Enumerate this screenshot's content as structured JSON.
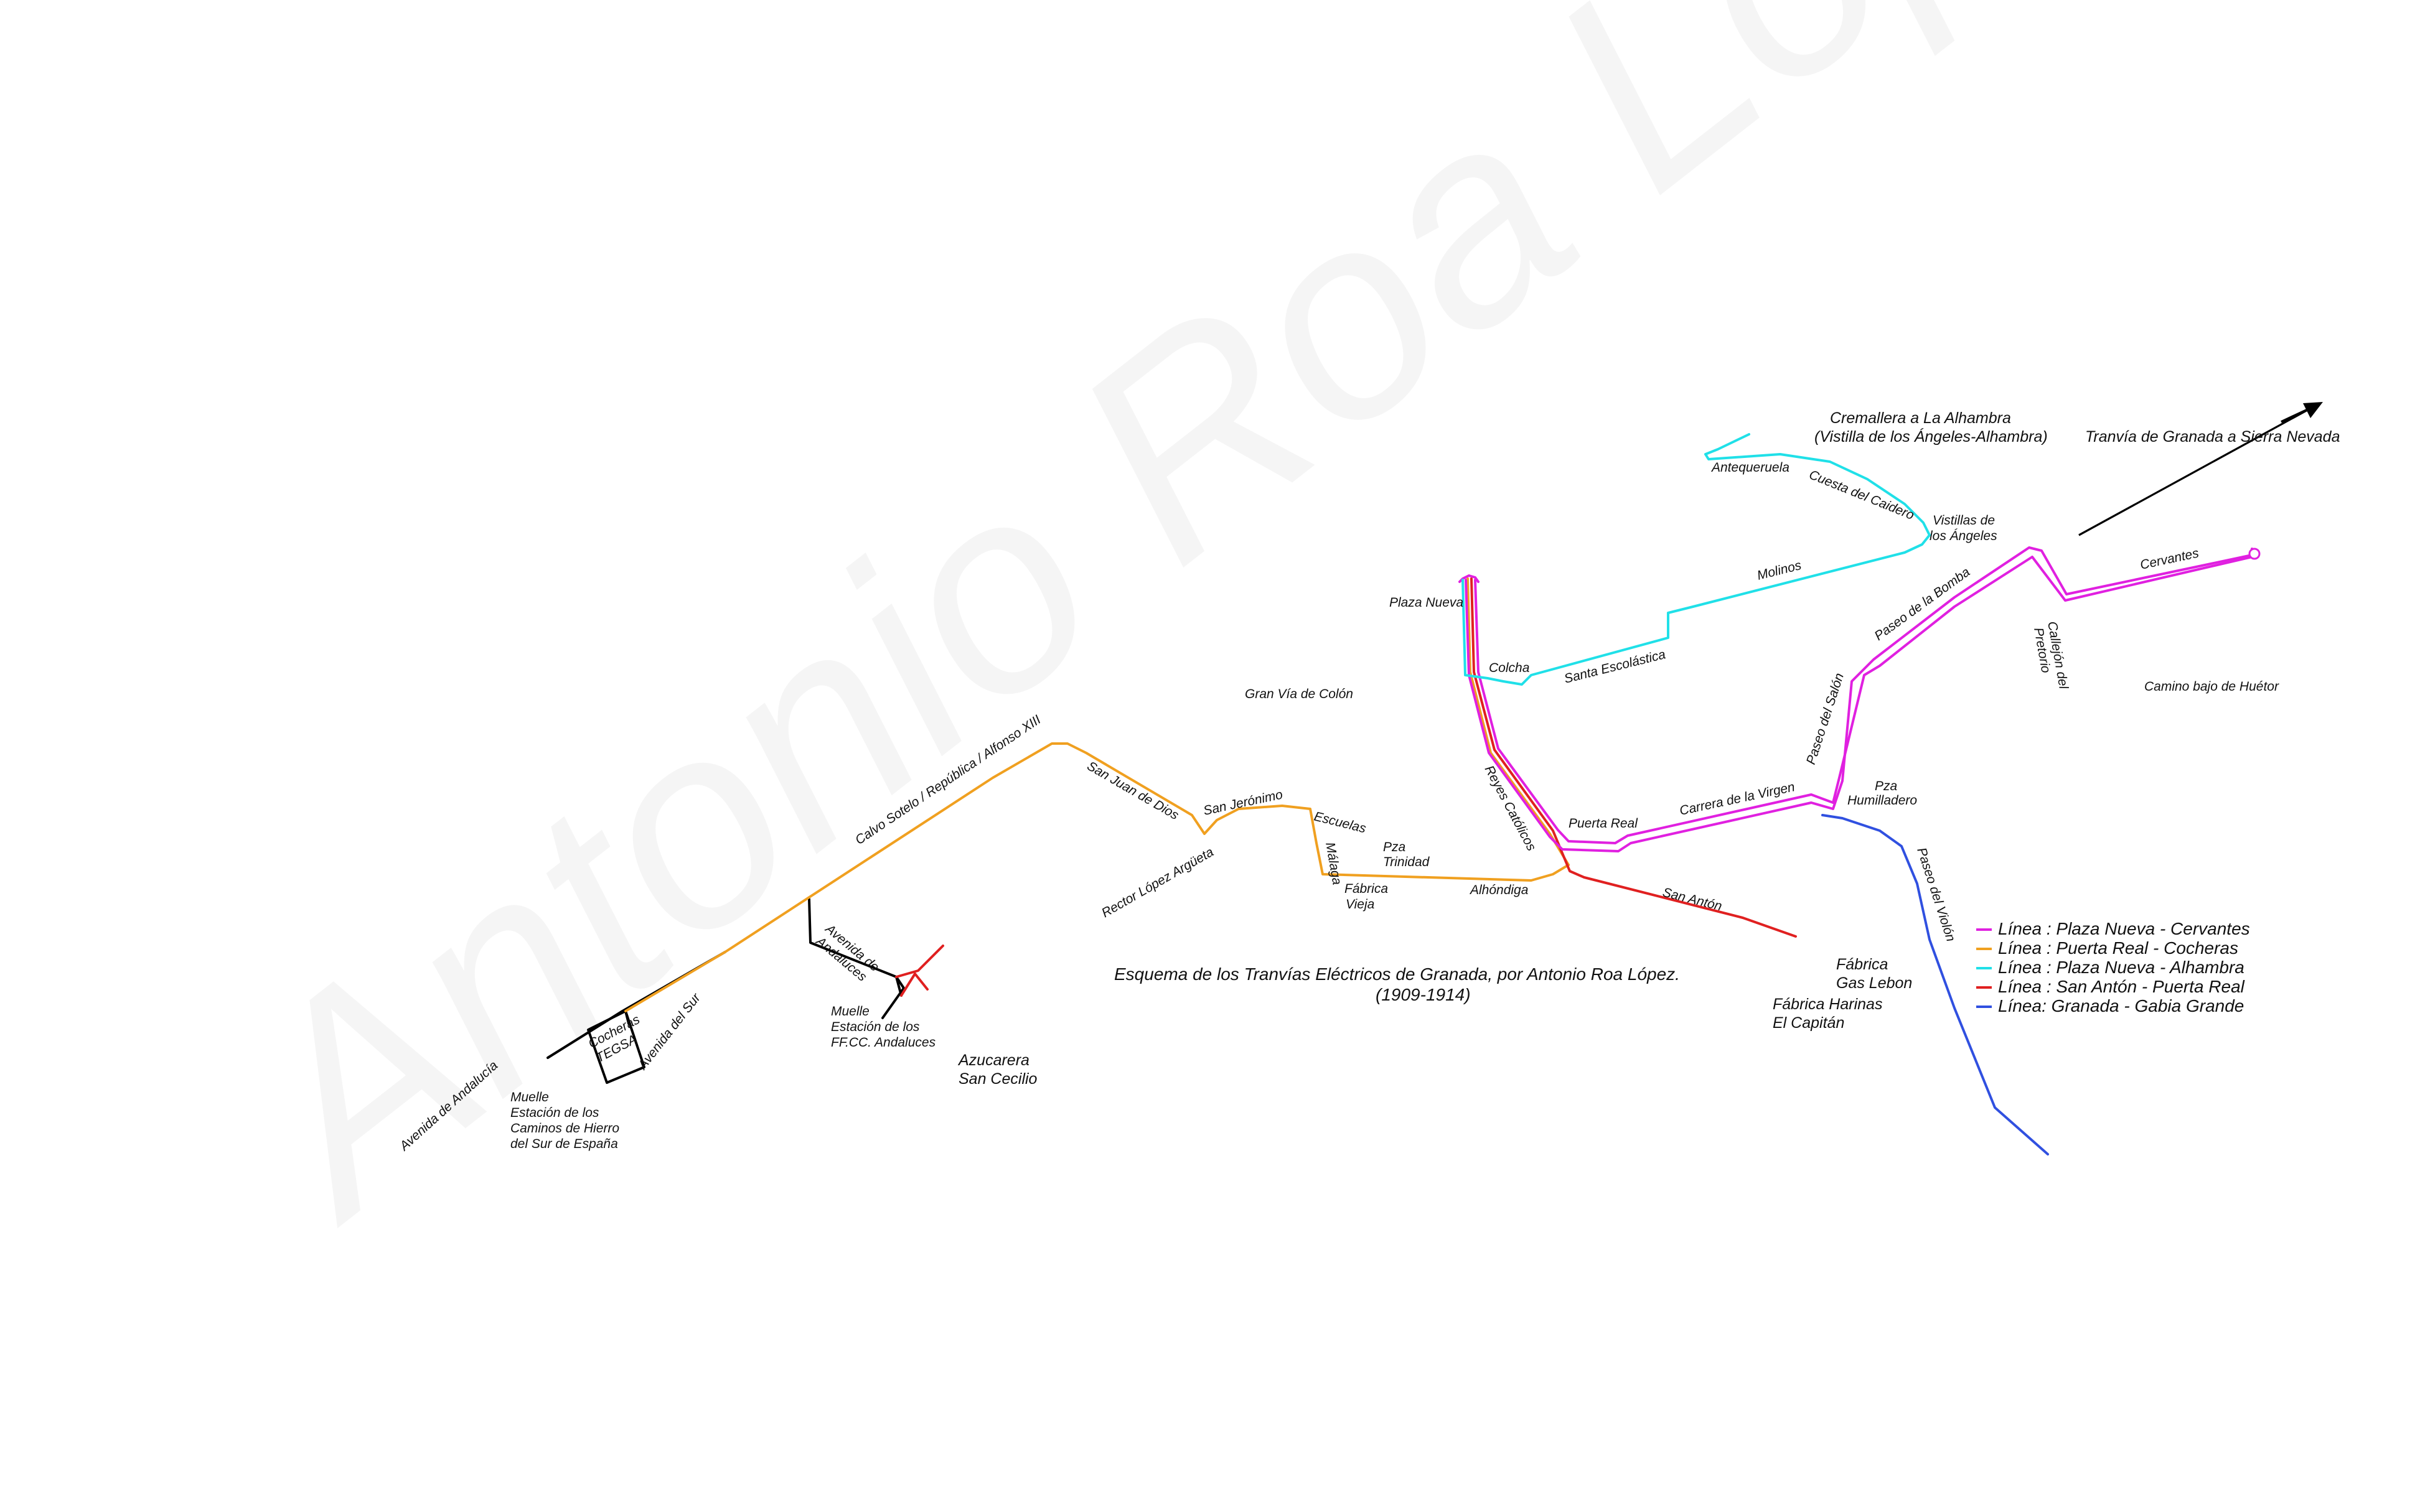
{
  "watermark": "Antonio Roa López",
  "title": {
    "line1": "Esquema de los Tranvías Eléctricos de Granada, por Antonio Roa López.",
    "line2": "(1909-1914)"
  },
  "colors": {
    "plaza_nueva_cervantes": "#e020e0",
    "puerta_real_cocheras": "#f0a020",
    "plaza_nueva_alhambra": "#20e0e8",
    "san_anton_puerta_real": "#e02020",
    "granada_gabia_grande": "#3050e0",
    "cocheras_black": "#000000"
  },
  "legend": [
    {
      "label": "Línea : Plaza Nueva - Cervantes",
      "color": "#e020e0"
    },
    {
      "label": "Línea : Puerta Real - Cocheras",
      "color": "#f0a020"
    },
    {
      "label": "Línea : Plaza Nueva - Alhambra",
      "color": "#20e0e8"
    },
    {
      "label": "Línea : San Antón - Puerta Real",
      "color": "#e02020"
    },
    {
      "label": "Línea: Granada - Gabia Grande",
      "color": "#3050e0"
    }
  ],
  "labels": {
    "cremallera_1": "Cremallera a La Alhambra",
    "cremallera_2": "(Vistilla de los Ángeles-Alhambra)",
    "sierra_nevada": "Tranvía de Granada a Sierra Nevada",
    "antequeruela": "Antequeruela",
    "cuesta_caidero": "Cuesta del Caidero",
    "vistillas_1": "Vistillas de",
    "vistillas_2": "los Ángeles",
    "molinos": "Molinos",
    "cervantes": "Cervantes",
    "paseo_bomba": "Paseo de la Bomba",
    "callejon_1": "Callejón del",
    "callejon_2": "Pretorio",
    "camino_huetor": "Camino bajo de Huétor",
    "plaza_nueva": "Plaza Nueva",
    "colcha": "Colcha",
    "santa_escolastica": "Santa Escolástica",
    "paseo_salon": "Paseo del Salón",
    "gran_via": "Gran Vía de Colón",
    "calvo_sotelo": "Calvo Sotelo  / República / Alfonso XIII",
    "san_juan_dios": "San Juan de Dios",
    "san_jeronimo": "San Jerónimo",
    "escuelas": "Escuelas",
    "reyes_catolicos": "Reyes Católicos",
    "puerta_real": "Puerta Real",
    "carrera_virgen": "Carrera de la Virgen",
    "pza_humilladero_1": "Pza",
    "pza_humilladero_2": "Humilladero",
    "pza_trinidad_1": "Pza",
    "pza_trinidad_2": "Trinidad",
    "malaga": "Málaga",
    "rector_lopez": "Rector López Argüeta",
    "fabrica_vieja_1": "Fábrica",
    "fabrica_vieja_2": "Vieja",
    "alhondiga": "Alhóndiga",
    "san_anton": "San Antón",
    "paseo_violon": "Paseo del Violón",
    "fabrica_gas_1": "Fábrica",
    "fabrica_gas_2": "Gas Lebon",
    "fabrica_harinas_1": "Fábrica Harinas",
    "fabrica_harinas_2": "El Capitán",
    "avenida_andaluces_1": "Avenida de",
    "avenida_andaluces_2": "Andaluces",
    "muelle_andaluces_1": "Muelle",
    "muelle_andaluces_2": "Estación de los",
    "muelle_andaluces_3": "FF.CC. Andaluces",
    "azucarera_1": "Azucarera",
    "azucarera_2": "San Cecilio",
    "cocheras_1": "Cocheras",
    "cocheras_2": "TEGSA",
    "avenida_sur": "Avenida del Sur",
    "avenida_andalucia": "Avenida de Andalucía",
    "muelle_sur_1": "Muelle",
    "muelle_sur_2": "Estación de los",
    "muelle_sur_3": "Caminos de Hierro",
    "muelle_sur_4": "del Sur de España"
  }
}
